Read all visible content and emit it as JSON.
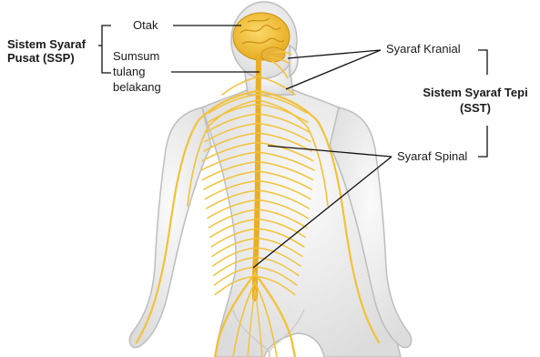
{
  "colors": {
    "nerve": "#f2c23a",
    "nerve_dark": "#d9a21f",
    "brain": "#f5c842",
    "body": "#ececec",
    "outline": "#bdbdbd",
    "line": "#111111"
  },
  "labels": {
    "ssp_line1": "Sistem Syaraf",
    "ssp_line2": "Pusat (SSP)",
    "otak": "Otak",
    "sumsum_1": "Sumsum",
    "sumsum_2": "tulang",
    "sumsum_3": "belakang",
    "kranial": "Syaraf Kranial",
    "sst_line1": "Sistem Syaraf Tepi",
    "sst_line2": "(SST)",
    "spinal": "Syaraf Spinal"
  }
}
